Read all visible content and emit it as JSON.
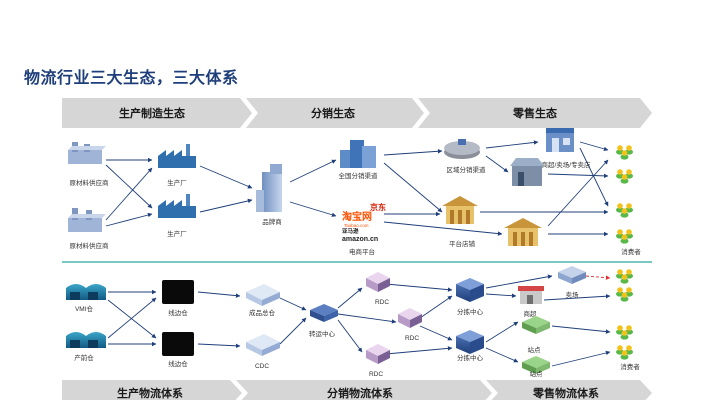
{
  "title": "物流行业三大生态，三大体系",
  "ecosystems": [
    "生产制造生态",
    "分销生态",
    "零售生态"
  ],
  "systems": [
    "生产物流体系",
    "分销物流体系",
    "零售物流体系"
  ],
  "top_nodes": {
    "supplier1": "原材料供应商",
    "supplier2": "原材料供应商",
    "factory1": "生产厂",
    "factory2": "生产厂",
    "brand": "品牌商",
    "national": "全国分销渠道",
    "ecommerce": "电商平台",
    "regional": "区域分销渠道",
    "stores": "商超/卖场/专卖店",
    "platform_store": "平台店铺",
    "consumer": "消费者"
  },
  "logos": {
    "jd": "京东",
    "taobao": "淘宝网",
    "taobao_sub": "Taobao.com",
    "amazon_cn": "亚马逊",
    "amazon": "amazon.cn"
  },
  "bottom_nodes": {
    "vmi": "VMI仓",
    "production_wh": "产前仓",
    "line_wh1": "线边仓",
    "line_wh2": "线边仓",
    "finished_wh": "成品总仓",
    "cdc": "CDC",
    "transit": "转运中心",
    "rdc1": "RDC",
    "rdc2": "RDC",
    "rdc3": "RDC",
    "sort1": "分拣中心",
    "sort2": "分拣中心",
    "supermarket": "商超",
    "mall": "卖场",
    "station1": "站点",
    "station2": "站点",
    "consumer": "消费者"
  },
  "colors": {
    "title": "#1f3f7a",
    "chevron": "#d4d4d4",
    "arrow": "#1f3f7a",
    "divider": "#2aa6a0",
    "dashed": "#e03030",
    "warehouse": "#1f5f9a",
    "box": "#2f4f8f",
    "person_head": "#f2c21b",
    "person_body": "#58b848"
  }
}
